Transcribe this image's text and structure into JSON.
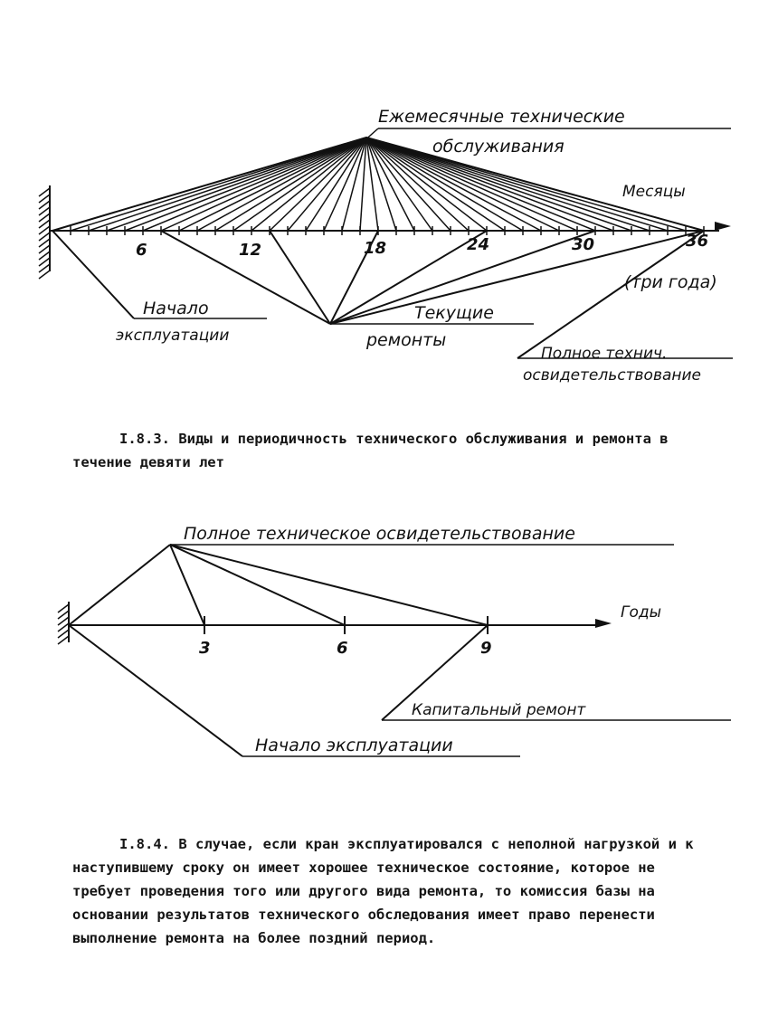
{
  "figure1": {
    "top_label_line1": "Ежемесячные технические",
    "top_label_line2": "обслуживания",
    "axis_label": "Месяцы",
    "ticks": [
      "6",
      "12",
      "18",
      "24",
      "30",
      "36"
    ],
    "axis_note": "(три года)",
    "start_label_line1": "Начало",
    "start_label_line2": "эксплуатации",
    "repairs_label_line1": "Текущие",
    "repairs_label_line2": "ремонты",
    "survey_label_line1": "Полное технич.",
    "survey_label_line2": "освидетельствование"
  },
  "caption1": "I.8.3. Виды и периодичность технического обслуживания и ремонта в течение девяти лет",
  "figure2": {
    "top_label": "Полное техническое освидетельствование",
    "axis_label": "Годы",
    "ticks": [
      "3",
      "6",
      "9"
    ],
    "capital_label": "Капитальный ремонт",
    "start_label": "Начало эксплуатации"
  },
  "paragraph2": "I.8.4. В случае, если кран эксплуатировался с неполной нагрузкой и к наступившему сроку он имеет хорошее техническое состояние, которое не требует проведения того или другого вида ремонта, то комиссия базы на основании результатов технического обследования имеет право перенести выполнение ремонта на более поздний период."
}
